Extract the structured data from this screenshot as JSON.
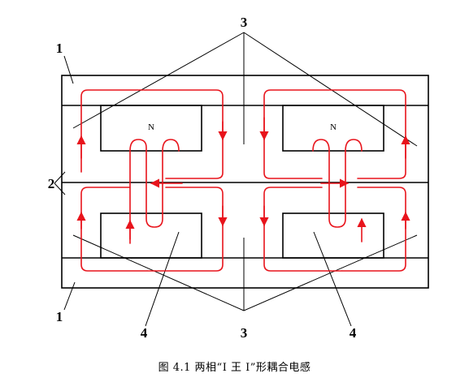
{
  "labels": {
    "label_3_top": "3",
    "label_3_bottom": "3",
    "label_1_top": "1",
    "label_1_bottom": "1",
    "label_2": "2",
    "label_4_left": "4",
    "label_4_right": "4",
    "pole_left": "N",
    "pole_right": "N"
  },
  "caption": "图 4.1    两相“I 王 I”形耦合电感",
  "colors": {
    "core": "#000000",
    "flux": "#e8141c"
  }
}
